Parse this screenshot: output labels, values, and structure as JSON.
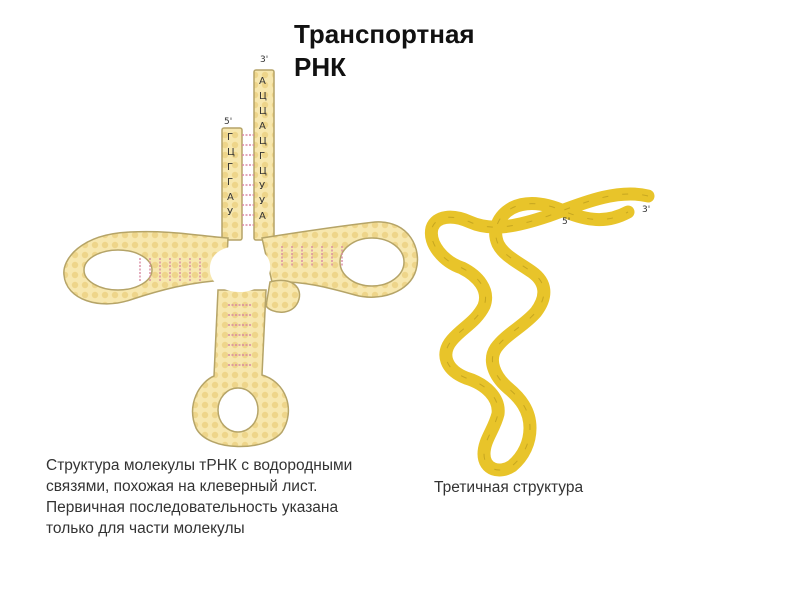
{
  "title": {
    "line1": "Транспортная",
    "line2": "РНК"
  },
  "cloverleaf": {
    "end_3": "3'",
    "end_5": "5'",
    "strand_3": [
      "А",
      "Ц",
      "Ц",
      "А",
      "Ц",
      "Г",
      "Ц",
      "У",
      "У",
      "А"
    ],
    "strand_5": [
      "Г",
      "Ц",
      "Г",
      "Г",
      "А",
      "У"
    ]
  },
  "tertiary": {
    "end_5": "5'",
    "end_3": "3'"
  },
  "caption_left": {
    "line1": "Структура молекулы тРНК с водородными",
    "line2": "связями, похожая на клеверный лист.",
    "line3": "Первичная последовательность указана",
    "line4": "только для части молекулы"
  },
  "caption_right": "Третичная структура",
  "colors": {
    "ribbon_fill": "#f7e7ae",
    "ribbon_stroke": "#b5a468",
    "bonds": "#d98aa3",
    "tertiary_ribbon": "#e8c42a"
  }
}
